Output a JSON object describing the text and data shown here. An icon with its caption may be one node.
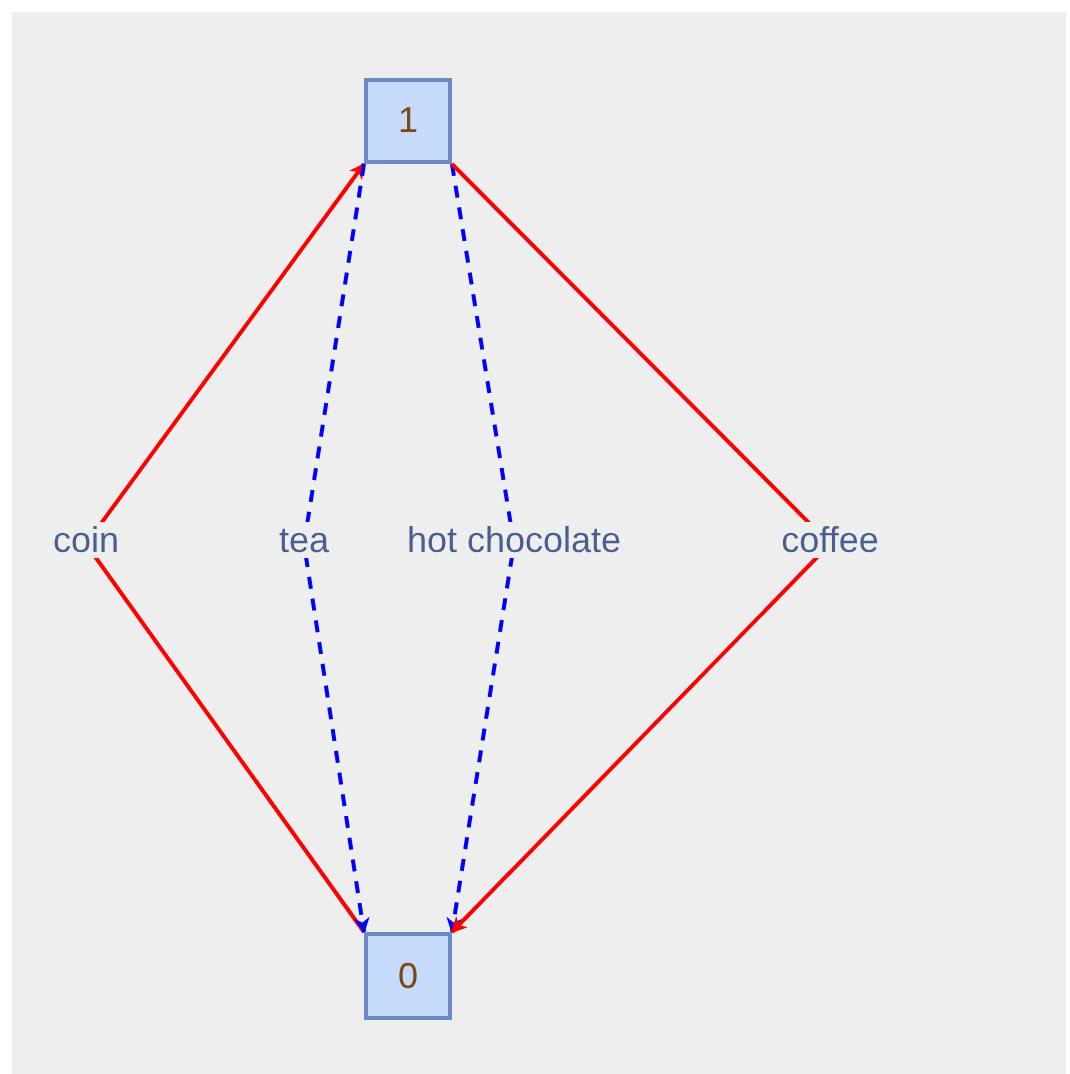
{
  "diagram": {
    "nodes": [
      {
        "text": [
          "1"
        ]
      },
      {
        "text": [
          "0"
        ]
      }
    ],
    "edges": [
      {
        "from": 1,
        "to": 0,
        "arrow": "to",
        "label": "coin"
      },
      {
        "from": 0,
        "to": 1,
        "arrow": "to",
        "label": "tea",
        "style": "dashed",
        "color": "#0000ff"
      },
      {
        "from": 0,
        "to": 1,
        "arrow": "to",
        "label": "hot chocolate",
        "style": "dashed",
        "color": "#0000ff"
      },
      {
        "from": 0,
        "to": 1,
        "arrow": "to",
        "label": "coffee"
      }
    ]
  }
}
